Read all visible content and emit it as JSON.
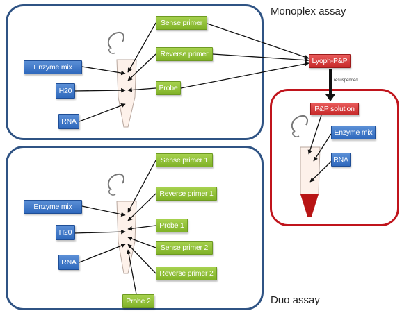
{
  "titles": {
    "monoplex": "Monoplex assay",
    "duo": "Duo assay"
  },
  "monoplex": {
    "inputs": [
      "Enzyme mix",
      "H20",
      "RNA"
    ],
    "primers": [
      "Sense primer",
      "Reverse primer",
      "Probe"
    ]
  },
  "lyoph_box": "Lyoph-P&P",
  "arrow_label": "resuspended",
  "resuspended": {
    "solution": "P&P solution",
    "inputs": [
      "Enzyme mix",
      "RNA"
    ]
  },
  "duo": {
    "inputs": [
      "Enzyme mix",
      "H20",
      "RNA"
    ],
    "primers": [
      "Sense primer 1",
      "Reverse primer 1",
      "Probe 1",
      "Sense primer 2",
      "Reverse primer 2"
    ],
    "probe2": "Probe 2"
  },
  "colors": {
    "frame_blue": "#2f5384",
    "frame_red": "#c0141c",
    "input_blue": "#3a74c6",
    "primer_green": "#8bbd32",
    "lyoph_red": "#d23a3a",
    "tube_fill": "#fdf1ea",
    "tube_tip_red": "#b81414"
  }
}
